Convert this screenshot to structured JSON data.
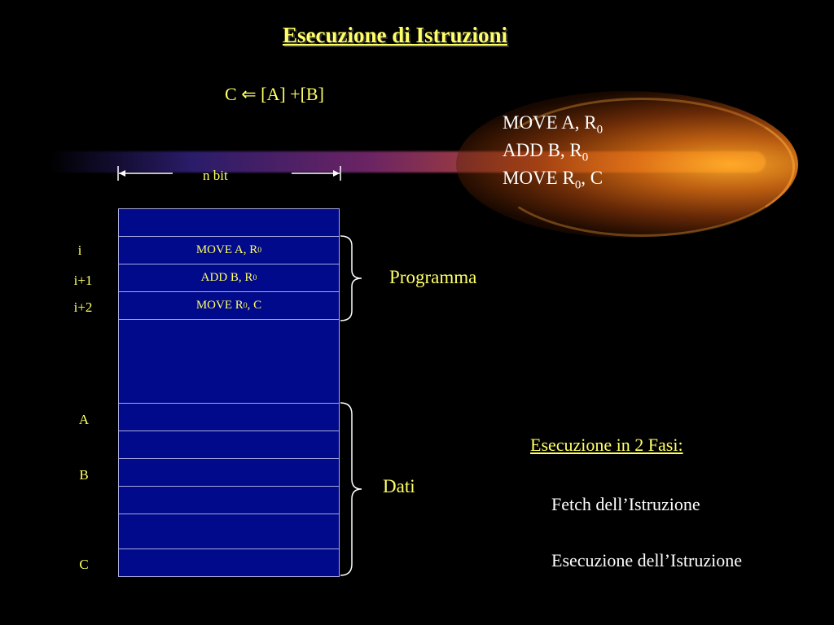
{
  "title": "Esecuzione di Istruzioni",
  "formula": {
    "lhs": "C",
    "arrow": "⇐",
    "rhs": "[A] +[B]"
  },
  "instructions": [
    {
      "pre": "MOVE  A, R",
      "sub": "0",
      "post": ""
    },
    {
      "pre": "ADD  B, R",
      "sub": "0",
      "post": ""
    },
    {
      "pre": "MOVE R",
      "sub": "0",
      "post": ", C"
    }
  ],
  "width_label": "n  bit",
  "memory": {
    "cells": [
      {
        "pre": "MOVE A, R",
        "sub": "0",
        "post": ""
      },
      {
        "pre": "ADD B, R",
        "sub": "0",
        "post": ""
      },
      {
        "pre": "MOVE R",
        "sub": "0",
        "post": ", C"
      }
    ],
    "program_addresses": [
      "i",
      "i+1",
      "i+2"
    ],
    "data_addresses": [
      "A",
      "B",
      "C"
    ]
  },
  "braces": {
    "program": "Programma",
    "data": "Dati"
  },
  "phases": {
    "title": "Esecuzione in 2 Fasi:",
    "items": [
      "Fetch dell’Istruzione",
      "Esecuzione dell’Istruzione"
    ]
  },
  "colors": {
    "background": "#000000",
    "text_yellow": "#ffff66",
    "memory_fill": "#000a8a",
    "flare": "#ffa020"
  }
}
